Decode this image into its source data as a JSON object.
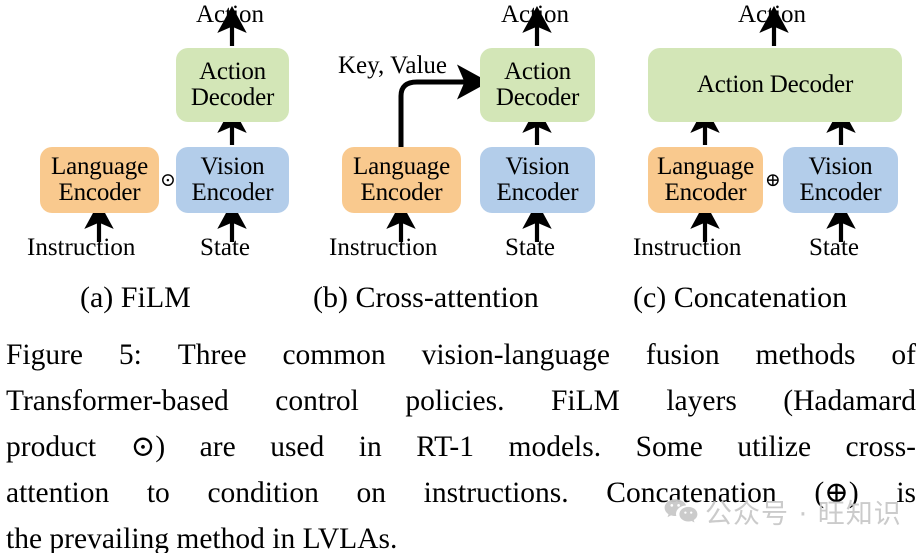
{
  "figure": {
    "panels": [
      {
        "id": "a",
        "subcaption": "(a) FiLM",
        "top_output_label": "Action",
        "decoder_label": "Action\nDecoder",
        "decoder_line1": "Action",
        "decoder_line2": "Decoder",
        "language_encoder_line1": "Language",
        "language_encoder_line2": "Encoder",
        "vision_encoder_line1": "Vision",
        "vision_encoder_line2": "Encoder",
        "fusion_symbol": "⊙",
        "fusion_symbol_name": "hadamard-product-symbol",
        "input_left_label": "Instruction",
        "input_right_label": "State",
        "side_label": ""
      },
      {
        "id": "b",
        "subcaption": "(b) Cross-attention",
        "top_output_label": "Action",
        "decoder_line1": "Action",
        "decoder_line2": "Decoder",
        "language_encoder_line1": "Language",
        "language_encoder_line2": "Encoder",
        "vision_encoder_line1": "Vision",
        "vision_encoder_line2": "Encoder",
        "fusion_symbol": "",
        "fusion_symbol_name": "none",
        "input_left_label": "Instruction",
        "input_right_label": "State",
        "side_label": "Key, Value"
      },
      {
        "id": "c",
        "subcaption": "(c) Concatenation",
        "top_output_label": "Action",
        "decoder_line1": "Action Decoder",
        "decoder_line2": "",
        "language_encoder_line1": "Language",
        "language_encoder_line2": "Encoder",
        "vision_encoder_line1": "Vision",
        "vision_encoder_line2": "Encoder",
        "fusion_symbol": "⊕",
        "fusion_symbol_name": "concatenation-symbol",
        "input_left_label": "Instruction",
        "input_right_label": "State",
        "side_label": ""
      }
    ],
    "colors": {
      "language_encoder": "#F9C98E",
      "vision_encoder": "#B3CDEA",
      "action_decoder": "#D3E6B7",
      "arrow": "#000000",
      "text": "#000000",
      "background": "#FFFFFF"
    }
  },
  "caption": {
    "full_text": "Figure 5: Three common vision-language fusion methods of Transformer-based control policies. FiLM layers (Hadamard product ⊙) are used in RT-1 models. Some utilize cross-attention to condition on instructions. Concatenation (⊕) is the prevailing method in LVLAs.",
    "lines": [
      {
        "words": [
          "Figure",
          "5:",
          "Three",
          "common",
          "vision-language",
          "fusion",
          "methods",
          "of"
        ]
      },
      {
        "words": [
          "Transformer-based",
          "control",
          "policies.",
          "FiLM",
          "layers",
          "(Hadamard"
        ]
      },
      {
        "words": [
          "product",
          "⊙)",
          "are",
          "used",
          "in",
          "RT-1",
          "models.",
          "Some",
          "utilize",
          "cross-"
        ]
      },
      {
        "words": [
          "attention",
          "to",
          "condition",
          "on",
          "instructions.",
          "Concatenation",
          "(⊕)",
          "is"
        ]
      },
      {
        "words": [
          "the",
          "prevailing",
          "method",
          "in",
          "LVLAs."
        ]
      }
    ]
  },
  "watermark": {
    "icon_name": "wechat-logo-icon",
    "text": "公众号 · 旺知识",
    "color": "#C9C9C9"
  }
}
